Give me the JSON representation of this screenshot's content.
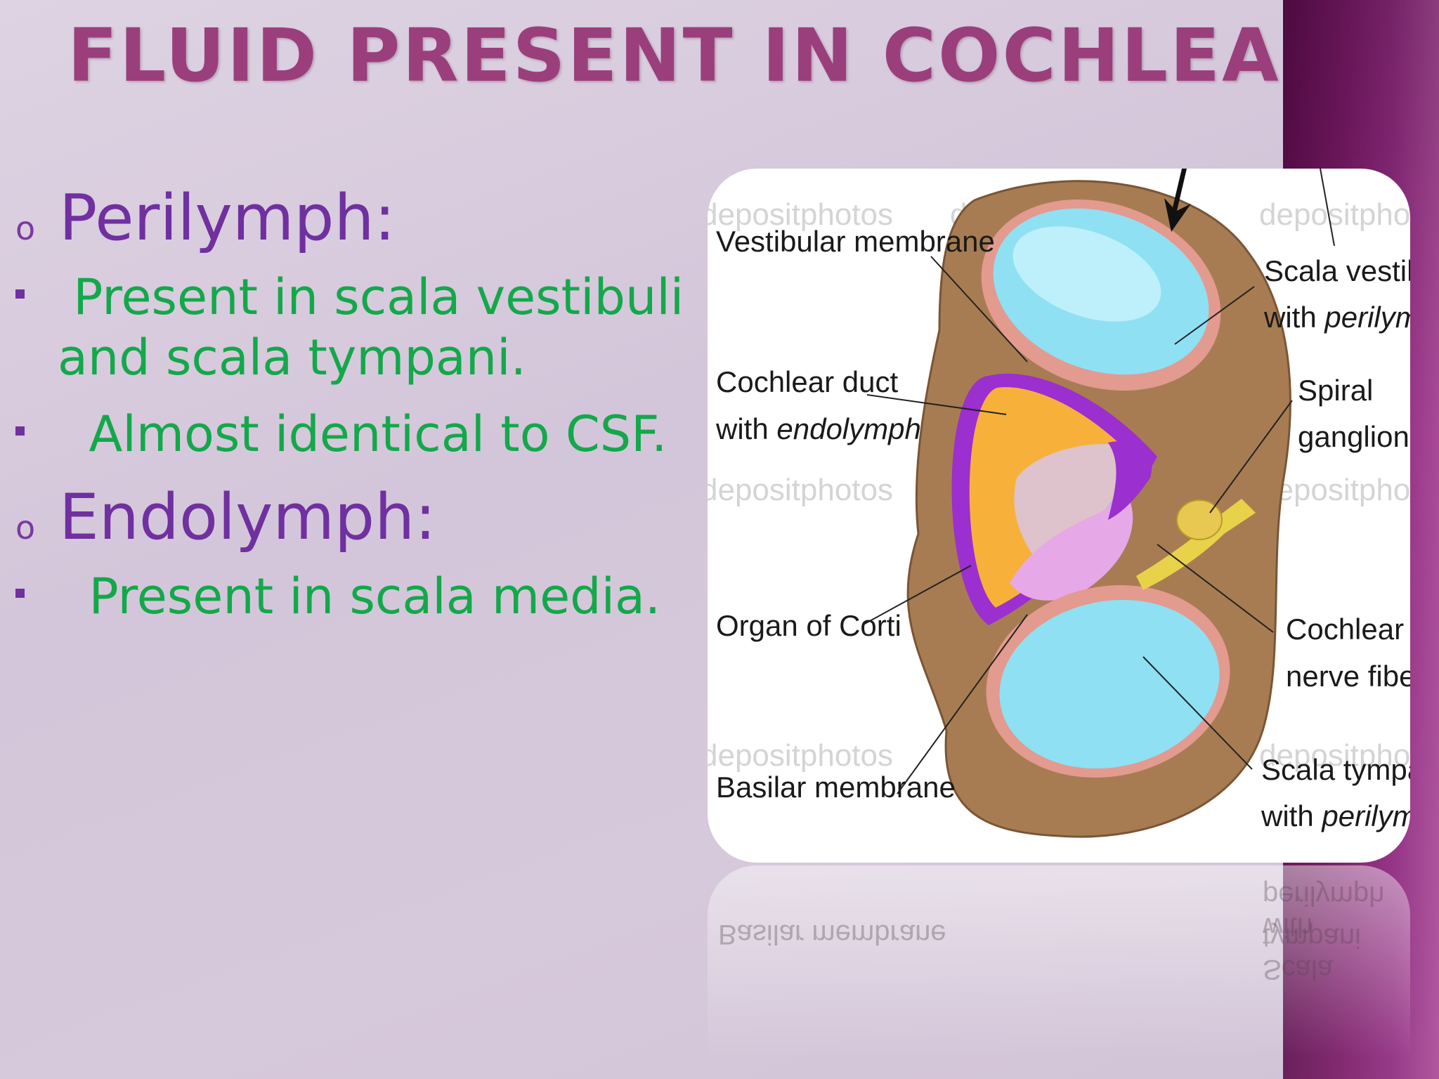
{
  "slide": {
    "title": "FLUID PRESENT IN COCHLEA"
  },
  "content": {
    "perilymph": {
      "heading": "Perilymph:",
      "points": [
        " Present in scala vestibuli and scala tympani.",
        "  Almost identical to CSF."
      ]
    },
    "endolymph": {
      "heading": "Endolymph:",
      "points": [
        "  Present in scala media."
      ]
    }
  },
  "figure": {
    "labels": {
      "vestibular_membrane": "Vestibular membrane",
      "cochlear_duct": "Cochlear duct",
      "with": "with",
      "endolymph": "endolymph",
      "organ_of_corti": "Organ of Corti",
      "basilar_membrane": "Basilar membrane",
      "scala_vestibuli": "Scala vestibuli",
      "perilymph": "perilymph",
      "spiral": "Spiral",
      "ganglion": "ganglion",
      "cochlear": "Cochlear",
      "nerve_fibers": "nerve fibers",
      "scala_tympani": "Scala tympani"
    },
    "watermark": "depositphotos",
    "reflection_lines": [
      "with perilymph",
      "Scala tympani",
      "Basilar membrane"
    ]
  },
  "colors": {
    "title": "#9a3f7c",
    "heading": "#7030a0",
    "bullet_text": "#13a84a",
    "stripe": "#7a1a68",
    "bone": "#a87c52",
    "fluid": "#8fe0f2",
    "endolymph": "#f7b13a",
    "membrane": "#9b2fcf"
  },
  "icons": {
    "heading_bullet": "hollow-circle-bullet",
    "item_bullet": "square-bullet"
  }
}
